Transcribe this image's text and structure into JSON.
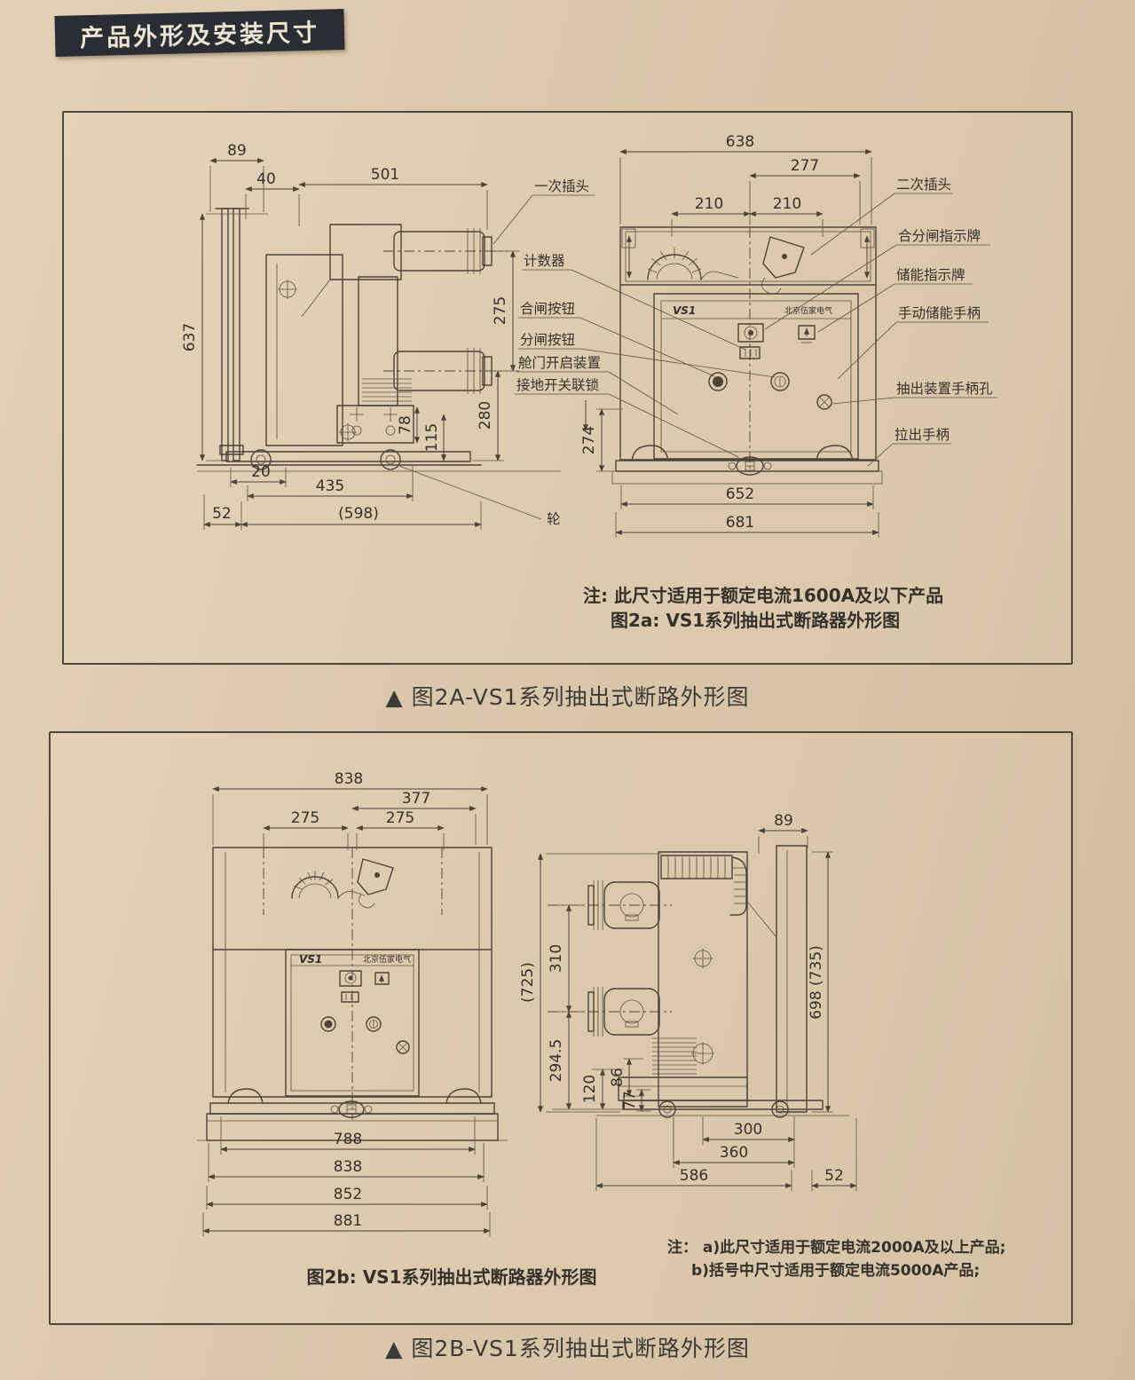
{
  "header": {
    "title": "产品外形及安装尺寸"
  },
  "fig2a": {
    "caption": "▲ 图2A-VS1系列抽出式断路外形图",
    "note1": "注: 此尺寸适用于额定电流1600A及以下产品",
    "note2": "图2a: VS1系列抽出式断路器外形图",
    "side": {
      "dims": {
        "d89": "89",
        "d40": "40",
        "d501": "501",
        "d637": "637",
        "d275": "275",
        "d280": "280",
        "d78": "78",
        "d115": "115",
        "d20": "20",
        "d435": "435",
        "d598": "(598)",
        "d52": "52"
      },
      "wheel_label": "轮"
    },
    "front": {
      "dims": {
        "d638": "638",
        "d277": "277",
        "d210a": "210",
        "d210b": "210",
        "d274": "274",
        "d652": "652",
        "d681": "681"
      },
      "panel": {
        "logo": "VS1",
        "brand": "北京伍家电气"
      }
    },
    "callouts_left": [
      "一次插头",
      "计数器",
      "合闸按钮",
      "分闸按钮",
      "舱门开启装置",
      "接地开关联锁"
    ],
    "callouts_right": [
      "二次插头",
      "合分闸指示牌",
      "储能指示牌",
      "手动储能手柄",
      "抽出装置手柄孔",
      "拉出手柄"
    ]
  },
  "fig2b": {
    "caption": "▲ 图2B-VS1系列抽出式断路外形图",
    "inner_caption": "图2b: VS1系列抽出式断路器外形图",
    "note1": "注： a)此尺寸适用于额定电流2000A及以上产品;",
    "note2": "b)括号中尺寸适用于额定电流5000A产品;",
    "front": {
      "dims": {
        "d838t": "838",
        "d377": "377",
        "d275a": "275",
        "d275b": "275",
        "d788": "788",
        "d838b": "838",
        "d852": "852",
        "d881": "881"
      },
      "panel": {
        "logo": "VS1",
        "brand": "北京伍家电气"
      }
    },
    "side": {
      "dims": {
        "d89": "89",
        "d725": "(725)",
        "d310": "310",
        "d2945": "294.5",
        "d120": "120",
        "d86": "86",
        "d77": "77",
        "d698": "698 (735)",
        "d300": "300",
        "d360": "360",
        "d586": "586",
        "d52": "52"
      }
    }
  }
}
